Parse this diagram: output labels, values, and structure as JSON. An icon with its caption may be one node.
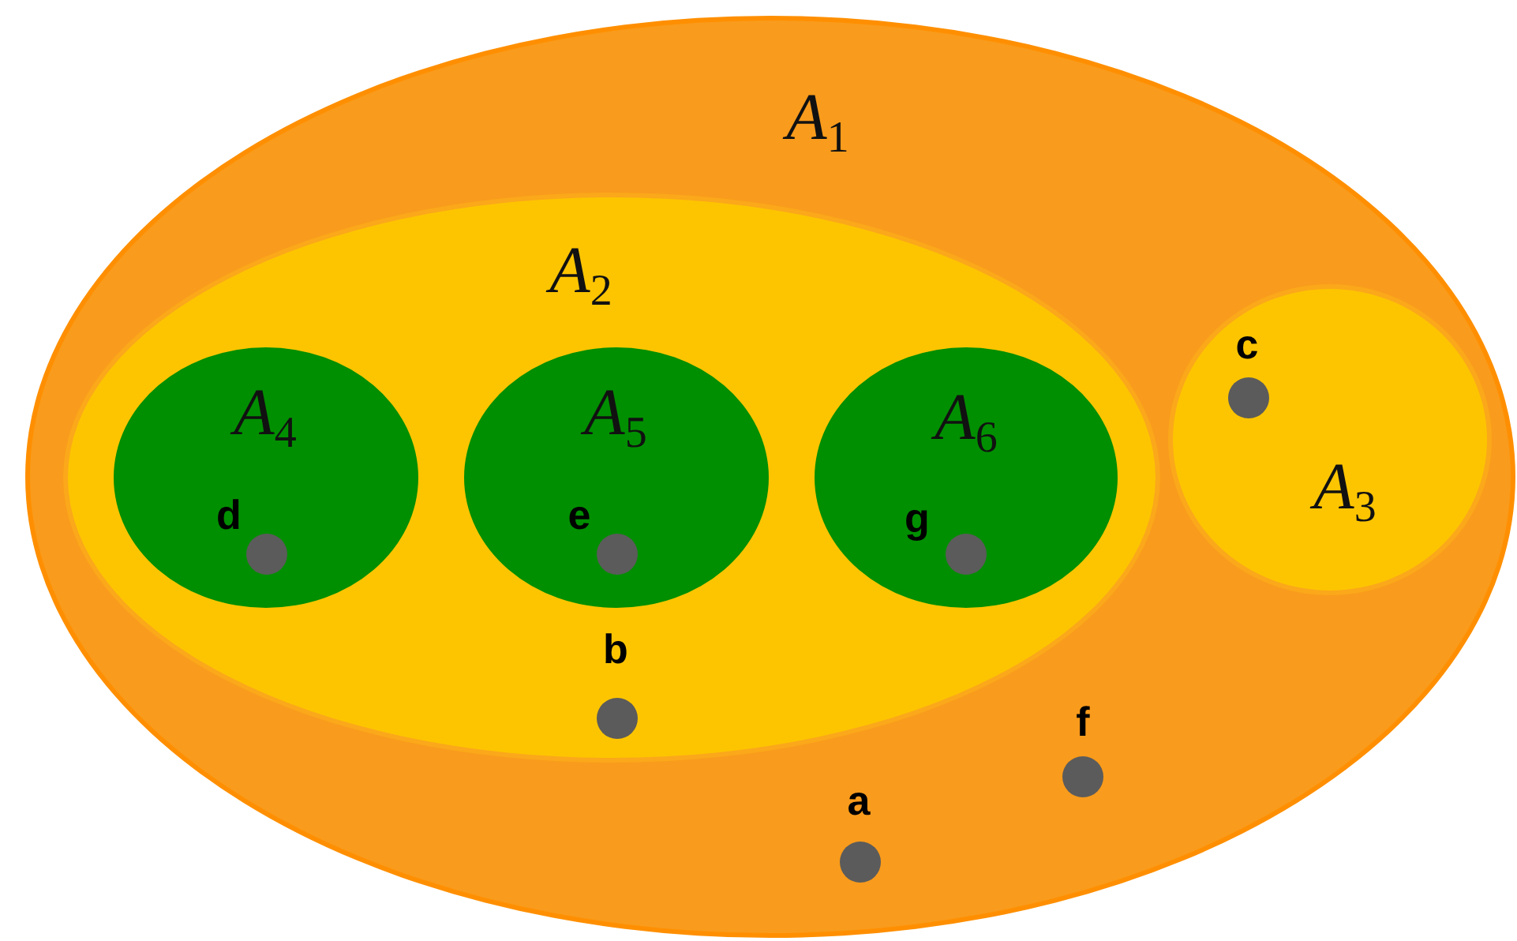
{
  "diagram": {
    "nodes": [
      {
        "text": [
          "A$_{1}$"
        ]
      },
      {
        "text": [
          "A$_{2}$"
        ],
        "in": 0
      },
      {
        "text": [
          "A$_{4}$"
        ],
        "in": 1
      },
      {
        "text": [
          "d"
        ],
        "in": 2
      },
      {
        "text": [
          "A$_{5}$"
        ],
        "in": 1
      },
      {
        "text": [
          "e"
        ],
        "in": 4
      },
      {
        "text": [
          "A$_{6}$"
        ],
        "in": 1
      },
      {
        "text": [
          "g"
        ],
        "in": 6
      },
      {
        "text": [
          "b"
        ],
        "in": 1
      },
      {
        "text": [
          "A$_{3}$"
        ],
        "in": 0
      },
      {
        "text": [
          "c"
        ],
        "in": 9
      },
      {
        "text": [
          "f"
        ],
        "in": 0
      },
      {
        "text": [
          "a"
        ],
        "in": 0
      }
    ]
  }
}
